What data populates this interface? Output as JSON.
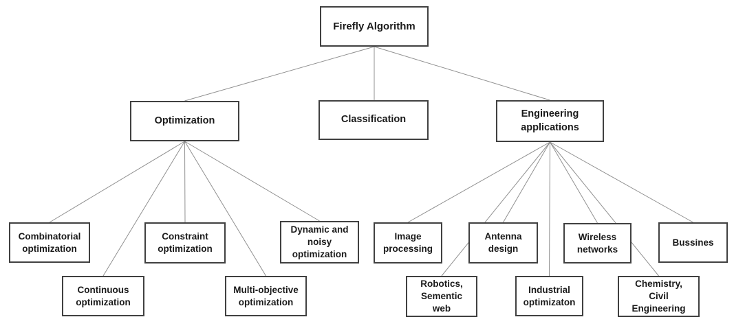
{
  "nodes": {
    "firefly": {
      "label": "Firefly Algorithm"
    },
    "optimization": {
      "label": "Optimization"
    },
    "classification": {
      "label": "Classification"
    },
    "engineering": {
      "label": "Engineering\napplications"
    },
    "combinatorial": {
      "label": "Combinatorial\noptimization"
    },
    "continuous": {
      "label": "Continuous\noptimization"
    },
    "constraint": {
      "label": "Constraint\noptimization"
    },
    "multiobjective": {
      "label": "Multi-objective\noptimization"
    },
    "dynamic": {
      "label": "Dynamic and\nnoisy\noptimization"
    },
    "image": {
      "label": "Image\nprocessing"
    },
    "robotics": {
      "label": "Robotics,\nSementic\nweb"
    },
    "antenna": {
      "label": "Antenna\ndesign"
    },
    "industrial": {
      "label": "Industrial\noptimizaton"
    },
    "wireless": {
      "label": "Wireless\nnetworks"
    },
    "chemistry": {
      "label": "Chemistry,\nCivil\nEngineering"
    },
    "bussines": {
      "label": "Bussines"
    }
  },
  "edges": [
    {
      "from": "firefly",
      "to": "optimization"
    },
    {
      "from": "firefly",
      "to": "classification"
    },
    {
      "from": "firefly",
      "to": "engineering"
    },
    {
      "from": "optimization",
      "to": "combinatorial"
    },
    {
      "from": "optimization",
      "to": "continuous"
    },
    {
      "from": "optimization",
      "to": "constraint"
    },
    {
      "from": "optimization",
      "to": "multiobjective"
    },
    {
      "from": "optimization",
      "to": "dynamic"
    },
    {
      "from": "engineering",
      "to": "image"
    },
    {
      "from": "engineering",
      "to": "robotics"
    },
    {
      "from": "engineering",
      "to": "antenna"
    },
    {
      "from": "engineering",
      "to": "industrial"
    },
    {
      "from": "engineering",
      "to": "wireless"
    },
    {
      "from": "engineering",
      "to": "chemistry"
    },
    {
      "from": "engineering",
      "to": "bussines"
    }
  ],
  "colors": {
    "background": "#ffffff",
    "box_fill": "#ffffff",
    "box_border": "#404040",
    "connector": "#909090",
    "text": "#1a1a1a"
  }
}
